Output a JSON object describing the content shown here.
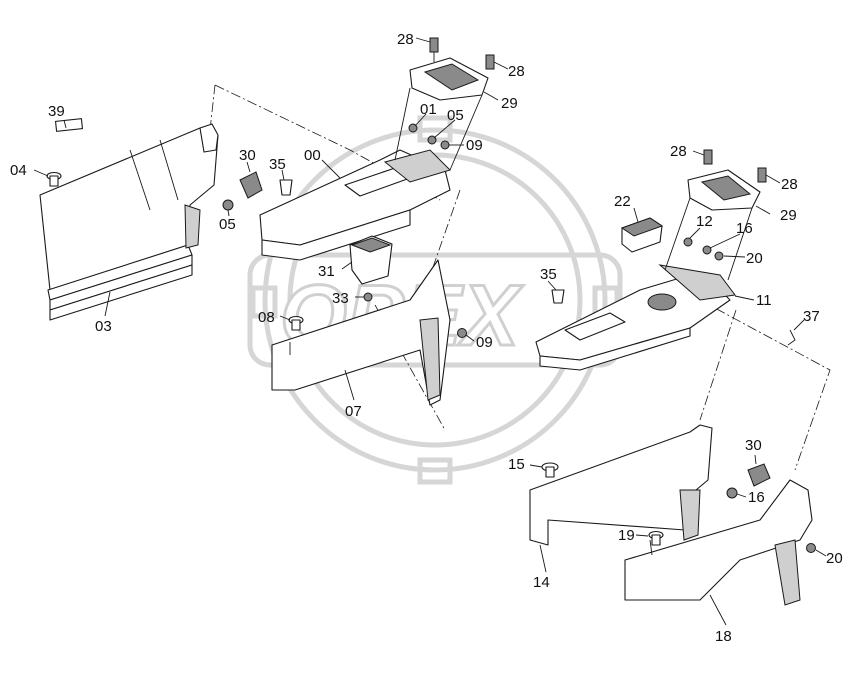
{
  "watermark": "OPEX",
  "callouts": {
    "c39": "39",
    "c04": "04",
    "c03": "03",
    "c30a": "30",
    "c05": "05",
    "c35a": "35",
    "c00": "00",
    "c28a": "28",
    "c28b": "28",
    "c29a": "29",
    "c01": "01",
    "c05b": "05",
    "c09a": "09",
    "c31": "31",
    "c33": "33",
    "c08": "08",
    "c09b": "09",
    "c07": "07",
    "c22": "22",
    "c35b": "35",
    "c28c": "28",
    "c28d": "28",
    "c29b": "29",
    "c12": "12",
    "c16a": "16",
    "c20a": "20",
    "c11": "11",
    "c37": "37",
    "c15": "15",
    "c30b": "30",
    "c16b": "16",
    "c14": "14",
    "c19": "19",
    "c20b": "20",
    "c18": "18"
  }
}
